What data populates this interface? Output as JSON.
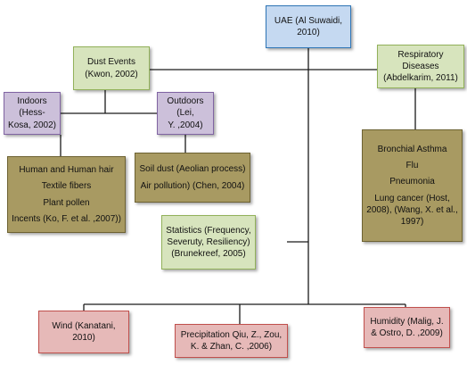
{
  "root": {
    "line1": "UAE (Al Suwaidi,",
    "line2": "2010)"
  },
  "dust_events": {
    "line1": "Dust Events",
    "line2": "(Kwon, 2002)"
  },
  "respiratory": {
    "line1": "Respiratory Diseases",
    "line2": "(Abdelkarim, 2011)"
  },
  "indoors": {
    "line1": "Indoors (Hess-",
    "line2": "Kosa, 2002)"
  },
  "outdoors": {
    "line1": "Outdoors (Lei,",
    "line2": "Y. ,2004)"
  },
  "indoor_sources": {
    "items": [
      "Human and  Human hair",
      "Textile fibers",
      "Plant pollen",
      "Incents (Ko, F. et al. ,2007))"
    ]
  },
  "outdoor_sources": {
    "items": [
      "Soil dust (Aeolian process)",
      "Air pollution) (Chen, 2004)"
    ]
  },
  "diseases": {
    "items": [
      "Bronchial Asthma",
      "Flu",
      "Pneumonia"
    ],
    "lung_lines": [
      "Lung cancer (Host,",
      "2008), (Wang, X. et al.,",
      "1997)"
    ]
  },
  "statistics": {
    "lines": [
      "Statistics (Frequency,",
      "Severuty, Resiliency)",
      "(Brunekreef, 2005)"
    ]
  },
  "wind": {
    "line1": "Wind (Kanatani,",
    "line2": "2010)"
  },
  "precipitation": {
    "line1": "Precipitation  Qiu,  Z., Zou,",
    "line2": "K. & Zhan, C. ,2006)"
  },
  "humidity": {
    "line1": "Humidity (Malig, J.",
    "line2": "& Ostro, D. ,2009)"
  },
  "colors": {
    "connector": "#1a1a1a",
    "root": "#c5d9f1",
    "category": "#d7e4bd",
    "subcategory": "#ccc0da",
    "detail": "#a89a62",
    "weather": "#e6b9b8"
  }
}
